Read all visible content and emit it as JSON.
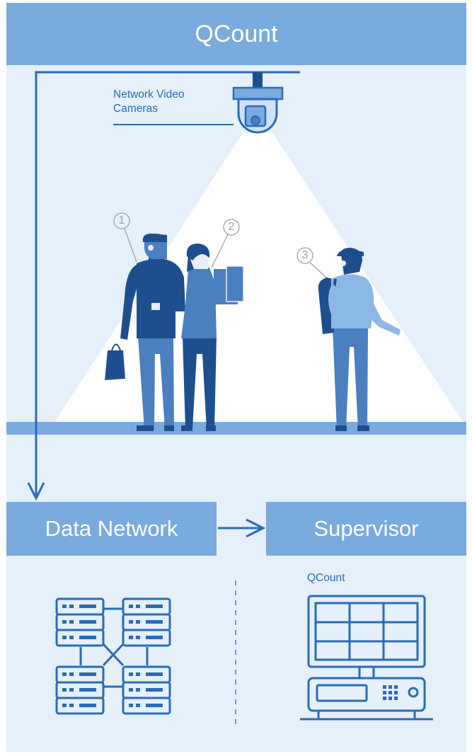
{
  "header": {
    "title": "QCount"
  },
  "camera": {
    "label_line1": "Network Video",
    "label_line2": "Cameras"
  },
  "people": {
    "markers": [
      "1",
      "2",
      "3"
    ]
  },
  "boxes": {
    "data_network": "Data Network",
    "supervisor": "Supervisor"
  },
  "monitor": {
    "label": "QCount"
  },
  "colors": {
    "panel_bg": "#e5f0fa",
    "header_bg": "#7aabde",
    "line": "#2a6bb8",
    "dark_person": "#1d4f8f",
    "mid_person": "#4a7fc0",
    "light_person": "#8cb8e6"
  }
}
